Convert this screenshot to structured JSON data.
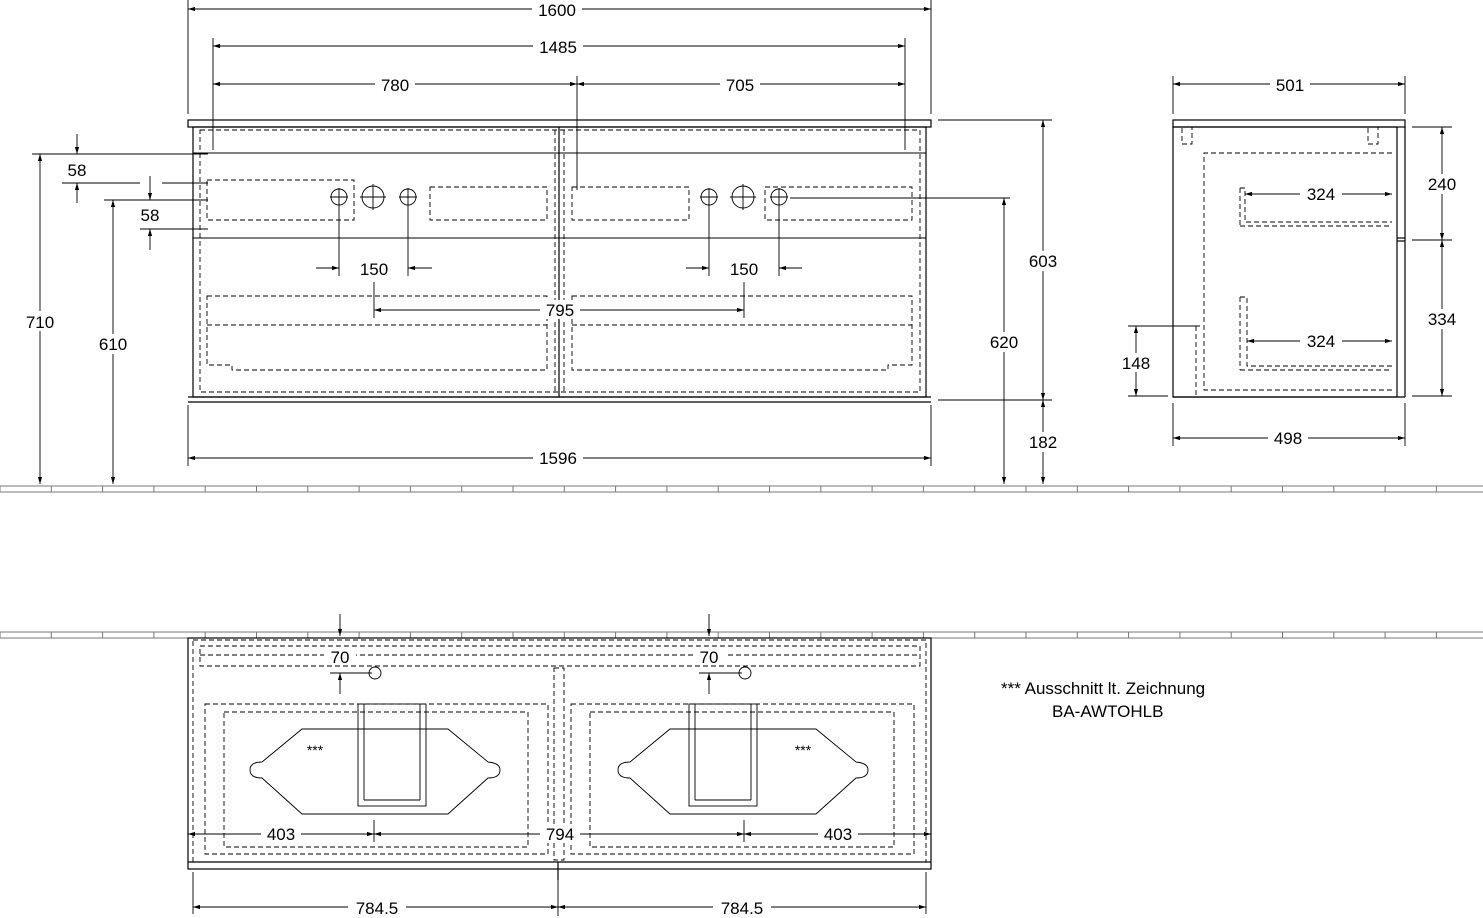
{
  "front_view": {
    "dimensions": {
      "total_width": "1600",
      "inner_width": "1485",
      "left_section": "780",
      "right_section": "705",
      "bottom_width": "1596",
      "top_offset_a": "58",
      "top_offset_b": "58",
      "height_total": "710",
      "height_drain": "610",
      "body_height": "603",
      "drain_height": "620",
      "plinth_height": "182",
      "tap_spacing_left": "150",
      "tap_spacing_right": "150",
      "basin_centers": "795"
    }
  },
  "side_view": {
    "dimensions": {
      "depth_top": "501",
      "depth_bottom": "498",
      "drawer_depth_upper": "324",
      "drawer_depth_lower": "324",
      "upper_height": "240",
      "lower_height": "334",
      "bottom_offset": "148"
    }
  },
  "top_view": {
    "dimensions": {
      "tap_offset_left": "70",
      "tap_offset_right": "70",
      "edge_to_basin_left": "403",
      "edge_to_basin_right": "403",
      "basin_centers": "794",
      "half_width_left": "784.5",
      "half_width_right": "784.5"
    },
    "basin_marks": [
      "***",
      "***"
    ]
  },
  "note": {
    "line1": "*** Ausschnitt lt. Zeichnung",
    "line2": "BA-AWTOHLB"
  }
}
